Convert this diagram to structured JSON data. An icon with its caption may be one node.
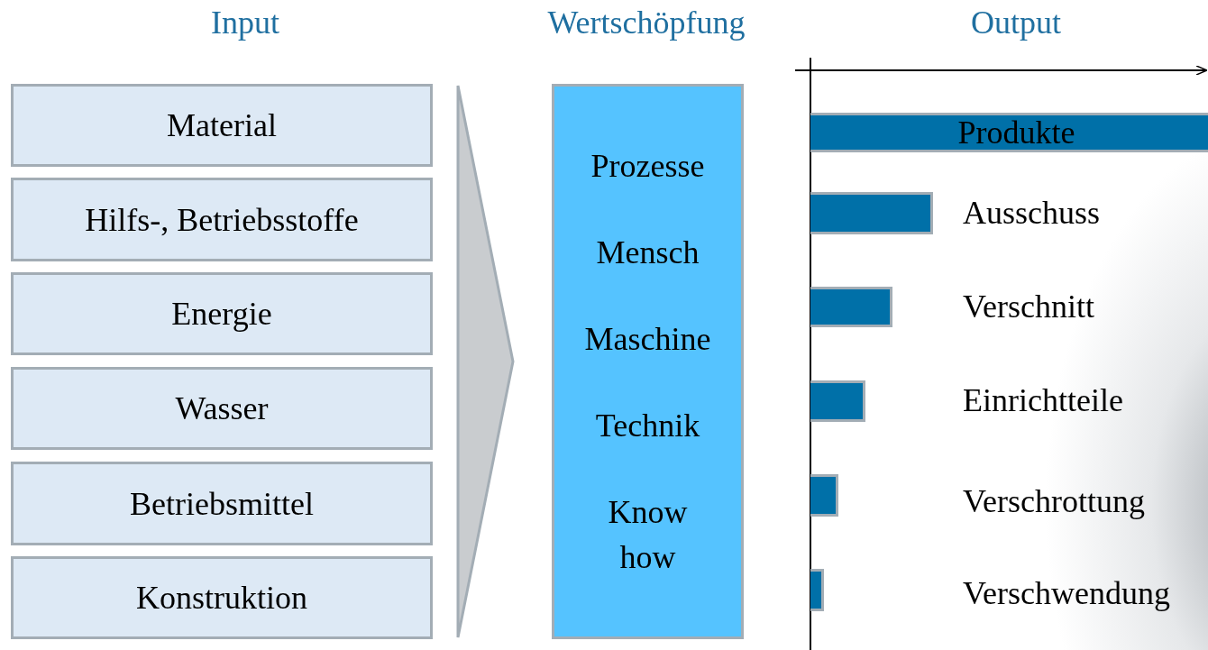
{
  "diagram": {
    "nodes": [
      {
        "text": [
          "Material"
        ]
      },
      {
        "text": [
          "Hilfs-, Betriebsstoffe"
        ]
      },
      {
        "text": [
          "Energie"
        ]
      },
      {
        "text": [
          "Wasser"
        ]
      },
      {
        "text": [
          "Betriebsmittel"
        ]
      },
      {
        "text": [
          "Konstruktion"
        ]
      },
      {
        "text": [],
        "shape": "chevron"
      },
      {
        "text": [
          "Prozesse",
          "Mensch",
          "Maschine",
          "Technik",
          "Know how"
        ]
      },
      {
        "text": [
          "Produkte"
        ]
      },
      {
        "text": [],
        "shape": "bar",
        "beside": [
          "Ausschuss"
        ]
      },
      {
        "text": [],
        "shape": "bar",
        "beside": [
          "Verschnitt"
        ]
      },
      {
        "text": [],
        "shape": "bar",
        "beside": [
          "Einrichtteile"
        ]
      },
      {
        "text": [],
        "shape": "bar",
        "beside": [
          "Verschrottung"
        ]
      },
      {
        "text": [],
        "shape": "bar"
      }
    ],
    "labels": [
      "Input",
      "Wertschöpfung",
      "Output",
      "Verschwendung"
    ]
  }
}
